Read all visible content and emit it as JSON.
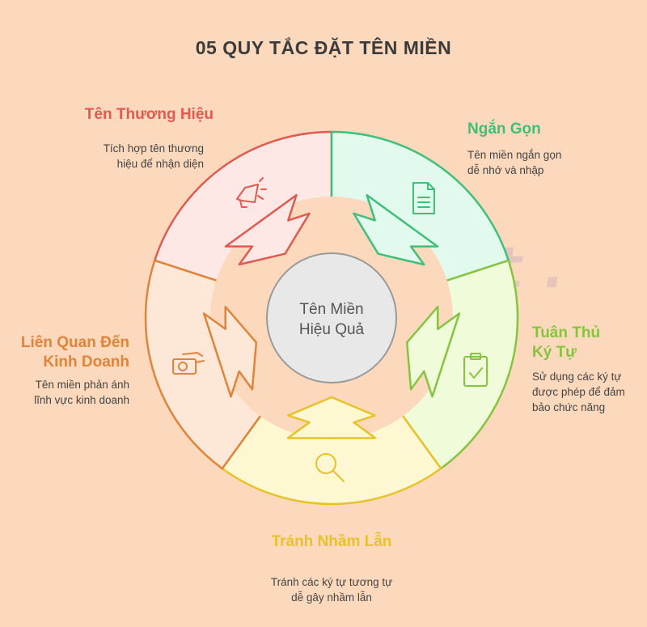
{
  "title": "05 QUY TẮC ĐẶT TÊN MIỀN",
  "center_text": [
    "Tên Miền",
    "Hiệu Quả"
  ],
  "watermark": "vinahost.",
  "items": [
    {
      "label_lines": [
        "Tên Thương Hiệu"
      ],
      "desc_lines": [
        "Tích hợp tên thương",
        "hiệu để nhận diện"
      ],
      "color": "#e05a50",
      "fill": "#fde8e6",
      "icon": "megaphone-icon"
    },
    {
      "label_lines": [
        "Ngắn Gọn"
      ],
      "desc_lines": [
        "Tên miền ngắn gọn",
        "dễ nhớ và nhập"
      ],
      "color": "#3fbf79",
      "fill": "#e2f9ee",
      "icon": "document-icon"
    },
    {
      "label_lines": [
        "Tuân Thủ",
        "Ký Tự"
      ],
      "desc_lines": [
        "Sử dụng các ký tự",
        "được phép để đảm",
        "bảo chức năng"
      ],
      "color": "#86c440",
      "fill": "#f0fbd9",
      "icon": "clipboard-check-icon"
    },
    {
      "label_lines": [
        "Tránh Nhầm Lẫn"
      ],
      "desc_lines": [
        "Tránh các ký tự tương tự",
        "dễ gây nhầm lẫn"
      ],
      "color": "#e8c22a",
      "fill": "#fdf8d2",
      "icon": "magnifier-icon"
    },
    {
      "label_lines": [
        "Liên Quan Đến",
        "Kinh Doanh"
      ],
      "desc_lines": [
        "Tên miền phản ánh",
        "lĩnh vực kinh doanh"
      ],
      "color": "#e0843a",
      "fill": "#fde8d8",
      "icon": "money-hand-icon"
    }
  ]
}
